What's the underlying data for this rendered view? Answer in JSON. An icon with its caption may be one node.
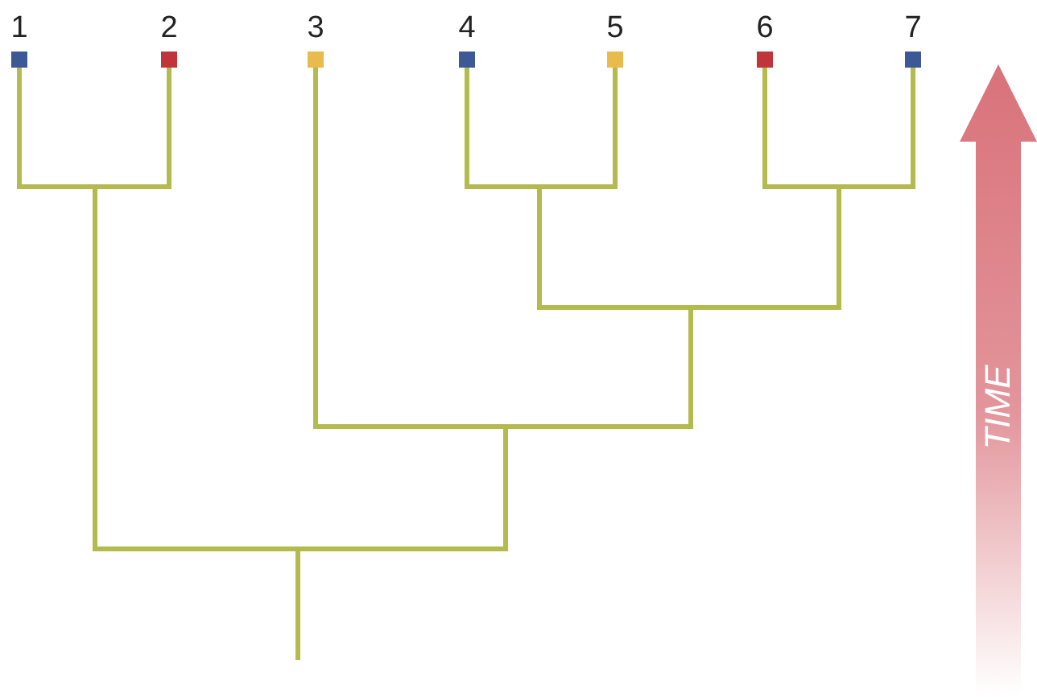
{
  "diagram": {
    "nodes": [
      {
        "text": [
          "1"
        ]
      },
      {
        "text": [
          "2"
        ]
      },
      {
        "text": [
          "3"
        ]
      },
      {
        "text": [
          "4"
        ]
      },
      {
        "text": [
          "5"
        ]
      },
      {
        "text": [
          "6"
        ]
      },
      {
        "text": [
          "7"
        ]
      }
    ],
    "edges": [
      {
        "from": null,
        "to": 0,
        "arrow": "none"
      },
      {
        "from": null,
        "to": 1,
        "arrow": "none"
      },
      {
        "from": null,
        "to": 2,
        "arrow": "none"
      },
      {
        "from": null,
        "to": 3,
        "arrow": "none"
      },
      {
        "from": null,
        "to": 4,
        "arrow": "none"
      },
      {
        "from": null,
        "to": 5,
        "arrow": "none"
      },
      {
        "from": null,
        "to": 6,
        "arrow": "none"
      }
    ],
    "labels": [
      "TIME"
    ]
  }
}
